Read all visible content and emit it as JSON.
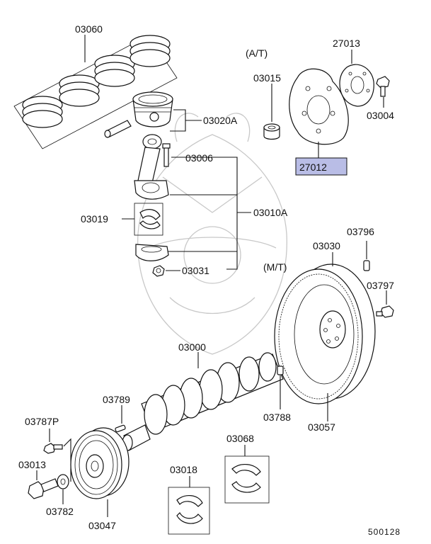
{
  "diagram": {
    "transmission_at": "(A/T)",
    "transmission_mt": "(M/T)",
    "diagram_id": "500128",
    "parts": {
      "p03060": "03060",
      "p03020a": "03020A",
      "p03006": "03006",
      "p03019": "03019",
      "p03010a": "03010A",
      "p03031": "03031",
      "p03015": "03015",
      "p27013": "27013",
      "p03004": "03004",
      "p27012": "27012",
      "p03796": "03796",
      "p03030": "03030",
      "p03797": "03797",
      "p03000": "03000",
      "p03789": "03789",
      "p03787p": "03787P",
      "p03013": "03013",
      "p03782": "03782",
      "p03047": "03047",
      "p03018": "03018",
      "p03068": "03068",
      "p03788": "03788",
      "p03057": "03057"
    },
    "highlight_color": "#b9bde6"
  }
}
